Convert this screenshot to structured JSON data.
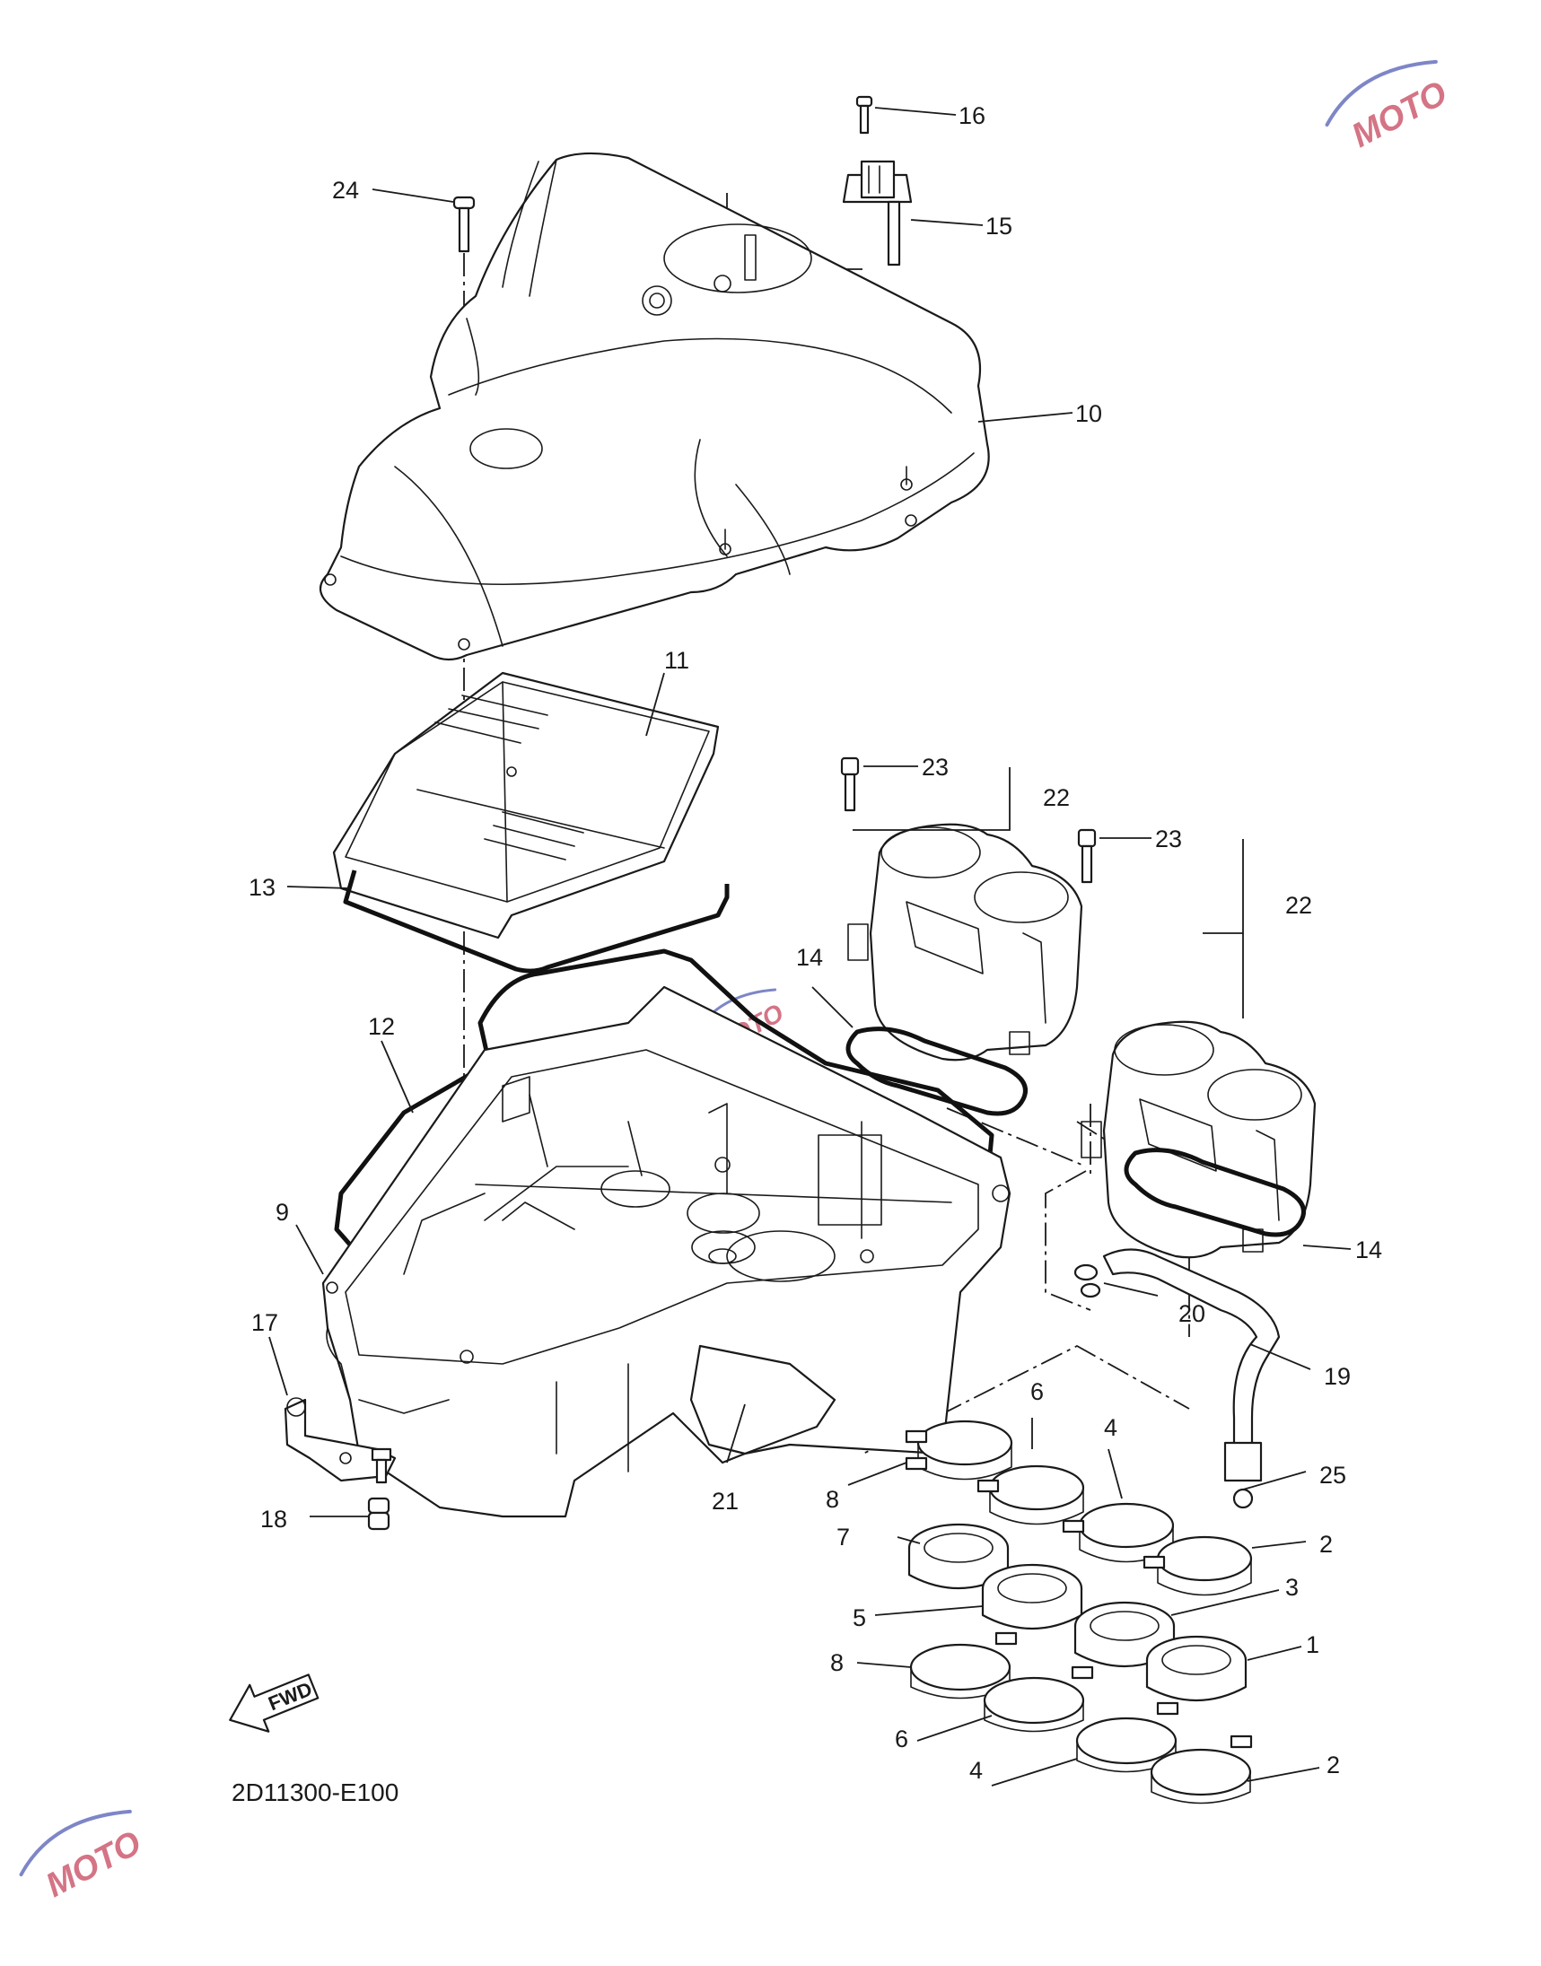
{
  "watermark": {
    "text": "MOTO",
    "color": "#c23a52"
  },
  "diagram_code": "2D11300-E100",
  "fwd_label": "FWD",
  "callouts": [
    {
      "id": "c16",
      "label": "16"
    },
    {
      "id": "c15",
      "label": "15"
    },
    {
      "id": "c24",
      "label": "24"
    },
    {
      "id": "c10",
      "label": "10"
    },
    {
      "id": "c11",
      "label": "11"
    },
    {
      "id": "c23a",
      "label": "23"
    },
    {
      "id": "c22a",
      "label": "22"
    },
    {
      "id": "c23b",
      "label": "23"
    },
    {
      "id": "c22b",
      "label": "22"
    },
    {
      "id": "c13",
      "label": "13"
    },
    {
      "id": "c14a",
      "label": "14"
    },
    {
      "id": "c12",
      "label": "12"
    },
    {
      "id": "c14b",
      "label": "14"
    },
    {
      "id": "c9",
      "label": "9"
    },
    {
      "id": "c20",
      "label": "20"
    },
    {
      "id": "c17",
      "label": "17"
    },
    {
      "id": "c19",
      "label": "19"
    },
    {
      "id": "c6a",
      "label": "6"
    },
    {
      "id": "c4a",
      "label": "4"
    },
    {
      "id": "c25",
      "label": "25"
    },
    {
      "id": "c8a",
      "label": "8"
    },
    {
      "id": "c21",
      "label": "21"
    },
    {
      "id": "c18",
      "label": "18"
    },
    {
      "id": "c2a",
      "label": "2"
    },
    {
      "id": "c7",
      "label": "7"
    },
    {
      "id": "c3",
      "label": "3"
    },
    {
      "id": "c5",
      "label": "5"
    },
    {
      "id": "c1",
      "label": "1"
    },
    {
      "id": "c8b",
      "label": "8"
    },
    {
      "id": "c6b",
      "label": "6"
    },
    {
      "id": "c4b",
      "label": "4"
    },
    {
      "id": "c2b",
      "label": "2"
    }
  ]
}
